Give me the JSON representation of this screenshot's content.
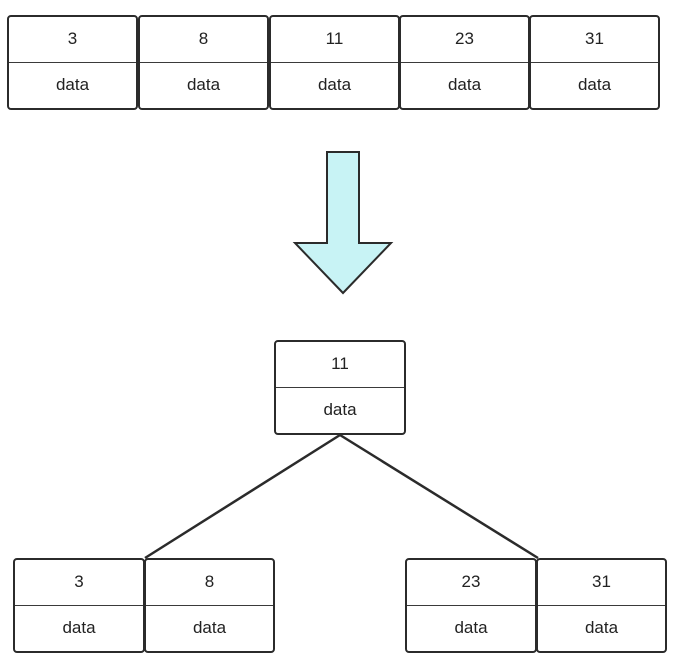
{
  "colors": {
    "arrow_fill": "#c8f3f5",
    "stroke": "#2b2b2b",
    "text": "#222222"
  },
  "top_row": [
    {
      "key": "3",
      "value": "data"
    },
    {
      "key": "8",
      "value": "data"
    },
    {
      "key": "11",
      "value": "data"
    },
    {
      "key": "23",
      "value": "data"
    },
    {
      "key": "31",
      "value": "data"
    }
  ],
  "root": {
    "key": "11",
    "value": "data"
  },
  "left_child": [
    {
      "key": "3",
      "value": "data"
    },
    {
      "key": "8",
      "value": "data"
    }
  ],
  "right_child": [
    {
      "key": "23",
      "value": "data"
    },
    {
      "key": "31",
      "value": "data"
    }
  ]
}
